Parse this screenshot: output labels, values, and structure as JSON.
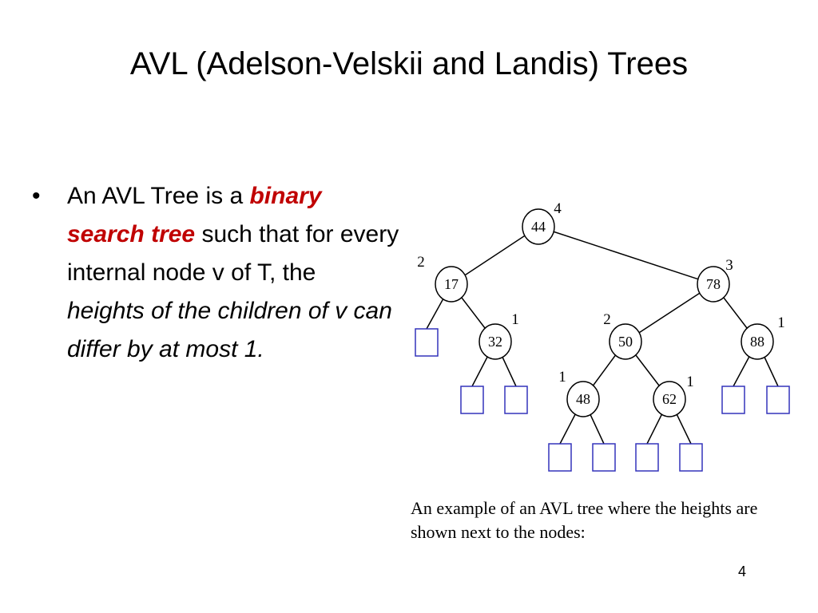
{
  "slide": {
    "title": "AVL (Adelson-Velskii and Landis) Trees",
    "page_number": "4"
  },
  "bullet": {
    "marker": "•",
    "part1": "An AVL Tree is a ",
    "highlight": "binary search tree",
    "part2": " such that for every internal node v of T, the ",
    "italic": "heights of the children of v can differ by at most 1."
  },
  "caption": "An example of an AVL tree where the heights are shown next to the nodes:",
  "colors": {
    "highlight": "#c00000",
    "leaf_square": "#3333bb",
    "edge": "#000000"
  },
  "tree": {
    "nodes": [
      {
        "key": "44",
        "height": "4"
      },
      {
        "key": "17",
        "height": "2"
      },
      {
        "key": "78",
        "height": "3"
      },
      {
        "key": "32",
        "height": "1"
      },
      {
        "key": "50",
        "height": "2"
      },
      {
        "key": "88",
        "height": "1"
      },
      {
        "key": "48",
        "height": "1"
      },
      {
        "key": "62",
        "height": "1"
      }
    ]
  }
}
